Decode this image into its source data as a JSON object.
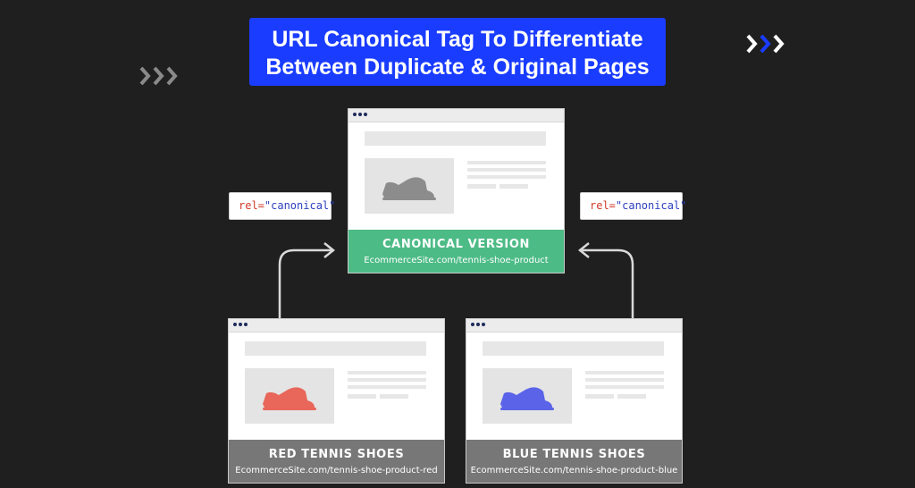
{
  "title": {
    "line1": "URL Canonical Tag To Differentiate",
    "line2": "Between Duplicate & Original Pages"
  },
  "canonical_page": {
    "label": "CANONICAL VERSION",
    "url": "EcommerceSite.com/tennis-shoe-product",
    "shoe_color": "#8c8c8c",
    "footer_color": "#4dbb86"
  },
  "duplicate_pages": [
    {
      "label": "RED TENNIS SHOES",
      "url": "EcommerceSite.com/tennis-shoe-product-red",
      "shoe_color": "#e8665a"
    },
    {
      "label": "BLUE TENNIS SHOES",
      "url": "EcommerceSite.com/tennis-shoe-product-blue",
      "shoe_color": "#5b63e8"
    }
  ],
  "rel_tags": [
    {
      "attr": "rel=",
      "value": "\"canonical\""
    },
    {
      "attr": "rel=",
      "value": "\"canonical\""
    }
  ],
  "icons": [
    "chevrons-right-icon",
    "shoe-icon",
    "arrow-icon",
    "window-dots-icon"
  ],
  "colors": {
    "background": "#1f1f1f",
    "title_bg": "#1a3cff",
    "duplicate_footer": "#777777"
  }
}
